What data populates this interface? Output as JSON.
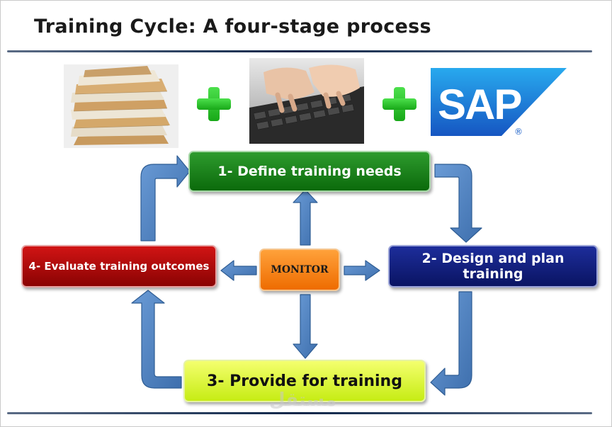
{
  "title": "Training Cycle: A four-stage process",
  "stages": {
    "define": "1- Define training needs",
    "design": "2- Design and plan training",
    "provide": "3- Provide for training",
    "evaluate": "4- Evaluate training outcomes",
    "monitor": "MONITOR"
  },
  "logo": {
    "text": "SAP",
    "mark": "®"
  },
  "watermark": "مستقل",
  "colors": {
    "define": "#0b6a0b",
    "design": "#0a1463",
    "provide": "#c6ec14",
    "evaluate": "#8a0303",
    "monitor": "#ee6c00",
    "arrow": "#4f81bd",
    "plus": "#18a818",
    "sap": "#1a5fc8"
  }
}
